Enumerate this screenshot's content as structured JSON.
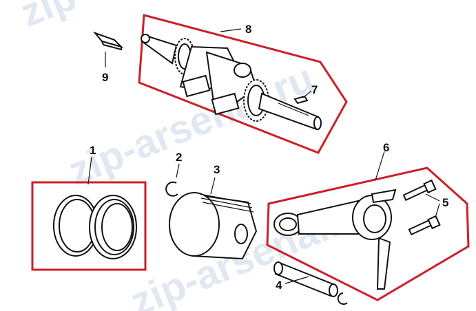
{
  "watermark": {
    "text_top": "zip-arsenal.ru",
    "text_mid": "zip-arsenal.ru",
    "text_bottom": "zip-arsenal.ru"
  },
  "callouts": {
    "piston_rings": "1",
    "circlip": "2",
    "piston": "3",
    "piston_pin": "4",
    "bolts": "5",
    "connecting_rod": "6",
    "key": "7",
    "crankshaft": "8",
    "key_small": "9"
  },
  "colors": {
    "frame": "#cc1f2a",
    "line_art": "#111111",
    "watermark": "#c9d6e6"
  }
}
